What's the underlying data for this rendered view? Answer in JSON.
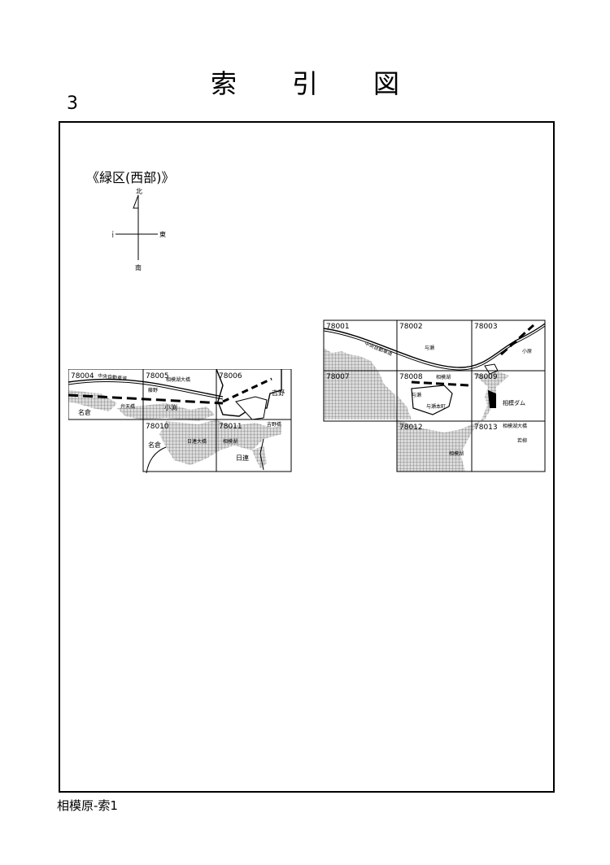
{
  "page": {
    "title": "索引図",
    "page_number": "3",
    "footer": "相模原-索1"
  },
  "district": {
    "label": "《緑区(西部)》"
  },
  "compass": {
    "north": "北",
    "south": "南",
    "east": "東",
    "west": "西"
  },
  "west_map": {
    "tiles": [
      "78004",
      "78005",
      "78006",
      "78010",
      "78011"
    ],
    "labels": {
      "expressway": "中央自動車道",
      "bridge_sagamiko": "相模湖大橋",
      "fujino": "藤野",
      "kobuchi": "小渕",
      "yoshino": "吉野",
      "benten": "弁天橋",
      "nagura_top": "名倉",
      "nagura_bottom": "名倉",
      "hizure_bridge": "日連大橋",
      "sagamiko": "相模湖",
      "yoshino_bridge": "吉野橋",
      "hizure": "日連"
    }
  },
  "east_map": {
    "tiles": [
      "78001",
      "78002",
      "78003",
      "78007",
      "78008",
      "78009",
      "78012",
      "78013"
    ],
    "labels": {
      "expressway": "中央自動車道",
      "yose_top": "与瀬",
      "obara": "小原",
      "sagamiko_top": "相模湖",
      "yose": "与瀬",
      "yose_honcho": "与瀬本町",
      "sagami_dam": "相模ダム",
      "bridge_sagamiko": "相模湖大橋",
      "wakayanagi": "若柳",
      "sagamiko_bottom": "相模湖"
    }
  }
}
